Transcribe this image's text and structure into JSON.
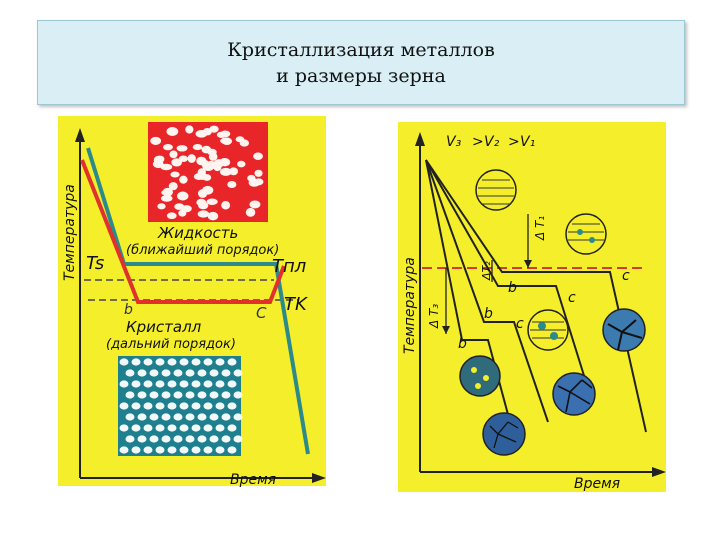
{
  "slide": {
    "title_line1": "Кристаллизация металлов",
    "title_line2": "и размеры зерна"
  },
  "left_diagram": {
    "y_axis_label": "Температура",
    "x_axis_label": "Время",
    "liquid_label": "Жидкость",
    "liquid_order": "(ближайший порядок)",
    "crystal_label": "Кристалл",
    "crystal_order": "(дальний порядок)",
    "ts": "Ts",
    "tpl": "Tпл",
    "tk": "TK",
    "point_b": "b",
    "point_c": "C"
  },
  "right_diagram": {
    "y_axis_label": "Температура",
    "x_axis_label": "Время",
    "v_order_v3": "V₃",
    "v_order_v2": "V₂",
    "v_order_v1": "V₁",
    "dt1": "Δ T₁",
    "dt2": "ΔT₂",
    "dt3": "Δ T₃",
    "b_label": "b",
    "c_label": "c"
  },
  "colors": {
    "panel_yellow": "#f4ef2a",
    "liquid_red": "#e8262a",
    "crystal_teal": "#1e7f8f",
    "curve_red": "#e0312c",
    "curve_teal": "#2c8a8a"
  }
}
